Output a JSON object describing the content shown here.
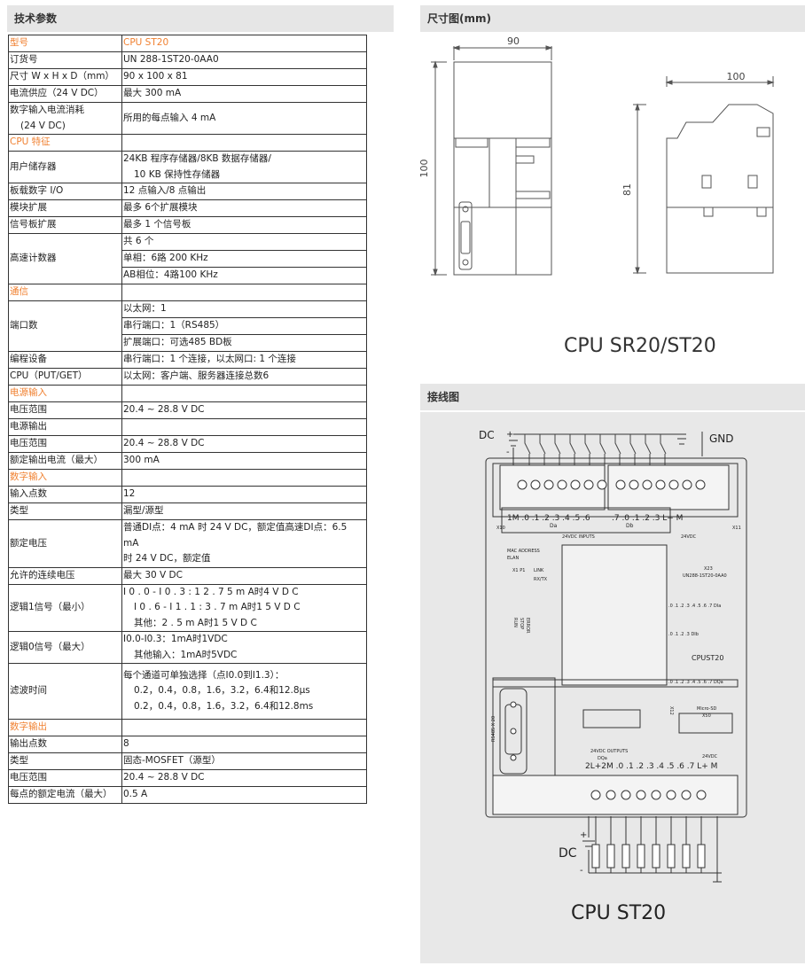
{
  "headers": {
    "spec": "技术参数",
    "dimensions": "尺寸图(mm)",
    "wiring": "接线图"
  },
  "spec_rows": [
    {
      "label": "型号",
      "value": "CPU ST20"
    },
    {
      "label": "订货号",
      "value": "UN   288-1ST20-0AA0"
    },
    {
      "label": "尺寸 W x H  x D（mm）",
      "value": "90   x 100 x 81"
    },
    {
      "label": "电流供应（24 V DC）",
      "value": "最大   300 mA"
    },
    {
      "label": "数字输入电流消耗",
      "label2": "(24 V DC)",
      "value": "所用的每点输入   4 mA"
    },
    {
      "label": "CPU 特征",
      "value": ""
    },
    {
      "label": "用户储存器",
      "value": "24KB 程序存储器/8KB 数据存储器/",
      "value2": "10 KB 保持性存储器"
    },
    {
      "label": "板载数字 I/O",
      "value": "12   点输入/8 点输出"
    },
    {
      "label": "模块扩展",
      "value": "最多   6个扩展模块"
    },
    {
      "label": "信号板扩展",
      "value": "最多   1 个信号板"
    },
    {
      "label": "高速计数器",
      "values": [
        "共   6 个",
        "单相：6路 200 KHz",
        "AB相位：4路100 KHz"
      ]
    },
    {
      "label": "通信",
      "value": ""
    },
    {
      "label": "端口数",
      "values": [
        "以太网：1",
        "串行端口：1（RS485）",
        "扩展端口：可选485 BD板"
      ]
    },
    {
      "label": "编程设备",
      "value": "串行端口：1   个连接，以太网口: 1 个连接"
    },
    {
      "label": "CPU（PUT/GET）",
      "value": "以太网：客户端、服务器连接总数6"
    },
    {
      "label": "电源输入",
      "value": ""
    },
    {
      "label": "电压范围",
      "value": "20.4   ~ 28.8 V DC"
    },
    {
      "label": "电源输出",
      "value": ""
    },
    {
      "label": "电压范围",
      "value": "20.4   ~ 28.8 V DC"
    },
    {
      "label": "额定输出电流（最大）",
      "value": "300   mA"
    },
    {
      "label": "数字输入",
      "value": ""
    },
    {
      "label": "输入点数",
      "value": "12"
    },
    {
      "label": "类型",
      "value": "漏型/源型"
    },
    {
      "label": "额定电压",
      "value": "普通DI点：4 mA 时 24 V DC，额定值高速DI点：6.5 mA",
      "value2": "时 24 V DC，额定值"
    },
    {
      "label": "允许的连续电压",
      "value": "最大   30 V DC"
    },
    {
      "label": "逻辑1信号（最小）",
      "values": [
        "I 0 . 0 - I 0 . 3 :  1 2 . 7 5 m A时4 V D C",
        "I 0 . 6 - I 1 . 1 :  3 . 7 m A时1 5 V D C",
        "其他：2 . 5 m A时1 5 V D C"
      ]
    },
    {
      "label": "逻辑0信号（最大）",
      "values": [
        "I0.0-I0.3：1mA时1VDC",
        "其他输入：1mA时5VDC"
      ]
    },
    {
      "label": "滤波时间",
      "values": [
        "每个通道可单独选择（点I0.0到I1.3）：",
        "0.2，0.4，0.8，1.6，3.2，6.4和12.8μs",
        "0.2，0.4，0.8，1.6，3.2，6.4和12.8ms"
      ]
    },
    {
      "label": "数字输出",
      "value": ""
    },
    {
      "label": "输出点数",
      "value": "8"
    },
    {
      "label": "类型",
      "value": "固态-MOSFET（源型）"
    },
    {
      "label": "电压范围",
      "value": "20.4   ~ 28.8 V DC"
    },
    {
      "label": "每点的额定电流（最大）",
      "value": "0.5   A"
    }
  ],
  "dimension_drawing": {
    "width_label": "90",
    "height_label": "100",
    "depth_label": "100",
    "depth_height_label": "81",
    "caption": "CPU SR20/ST20"
  },
  "wiring_drawing": {
    "dc_top": "DC",
    "gnd": "GND",
    "plus": "+",
    "minus": "-",
    "input_terminals": "1M .0 .1 .2 .3 .4 .5 .6",
    "input_terminals_b": ".7 .0 .1 .2 .3 L+ M",
    "da": "Da",
    "db": "Db",
    "x10": "X10",
    "x11": "X11",
    "vdc_inputs": "24VDC INPUTS",
    "vdc": "24VDC",
    "mac": "MAC ADDRESS",
    "elan": "ELAN",
    "x1p1": "X1 P1",
    "link": "LINK",
    "rxtx": "RX/TX",
    "x23": "X23",
    "order": "UN288-1ST20-0AA0",
    "run": "RUN",
    "stop": "STOP",
    "error": "ERROR",
    "dia_row": ".0 .1 .2 .3 .4 .5 .6 .7 DIa",
    "dib_row": ".0 .1 .2 .3 DIb",
    "dqa_row": ".0 .1 .2 .3 .4 .5 .6 .7 DQa",
    "model": "CPUST20",
    "micro_sd": "Micro-SD",
    "x50": "X50",
    "x12": "X12",
    "rs485": "RS485 X 20",
    "outputs": "24VDC   OUTPUTS",
    "dqa": "DQa",
    "vdc_out": "24VDC",
    "output_terminals": "2L+2M .0 .1 .2 .3 .4 .5 .6 .7 L+ M",
    "dc_bottom": "DC",
    "caption": "CPU ST20"
  }
}
